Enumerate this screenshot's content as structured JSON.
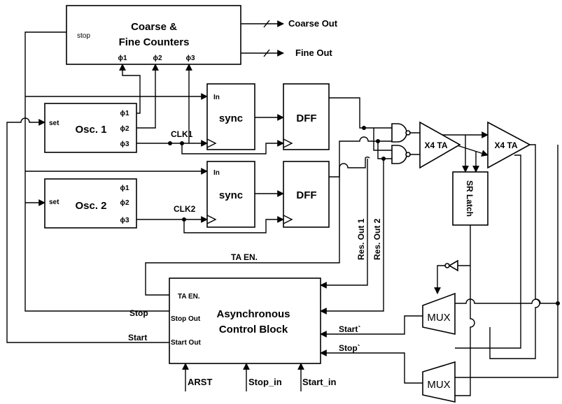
{
  "blocks": {
    "counters": {
      "title_line1": "Coarse &",
      "title_line2": "Fine Counters",
      "stop_pin": "stop",
      "phi1": "ϕ1",
      "phi2": "ϕ2",
      "phi3": "ϕ3"
    },
    "osc1": {
      "title": "Osc. 1",
      "set_pin": "set",
      "phi1": "ϕ1",
      "phi2": "ϕ2",
      "phi3": "ϕ3"
    },
    "osc2": {
      "title": "Osc. 2",
      "set_pin": "set",
      "phi1": "ϕ1",
      "phi2": "ϕ2",
      "phi3": "ϕ3"
    },
    "sync1": {
      "title": "sync",
      "in_pin": "In"
    },
    "sync2": {
      "title": "sync",
      "in_pin": "In"
    },
    "dff1": {
      "title": "DFF"
    },
    "dff2": {
      "title": "DFF"
    },
    "ta1": {
      "title": "X4 TA"
    },
    "ta2": {
      "title": "X4 TA"
    },
    "sr_latch": {
      "title": "SR Latch"
    },
    "mux1": {
      "title": "MUX"
    },
    "mux2": {
      "title": "MUX"
    },
    "acb": {
      "title_line1": "Asynchronous",
      "title_line2": "Control Block",
      "ta_en_pin": "TA EN.",
      "stop_out_pin": "Stop Out",
      "start_out_pin": "Start Out"
    }
  },
  "signals": {
    "coarse_out": "Coarse Out",
    "fine_out": "Fine Out",
    "clk1": "CLK1",
    "clk2": "CLK2",
    "ta_en": "TA EN.",
    "stop": "Stop",
    "start": "Start",
    "res_out1": "Res. Out 1",
    "res_out2": "Res. Out 2",
    "start_prime": "Start`",
    "stop_prime": "Stop`",
    "arst": "ARST",
    "stop_in": "Stop_in",
    "start_in": "Start_in"
  }
}
